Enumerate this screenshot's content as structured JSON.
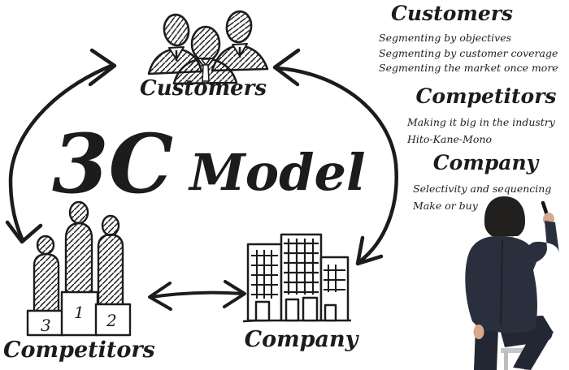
{
  "title": {
    "big": "3C",
    "rest": "Model"
  },
  "diagram": {
    "customers": {
      "label": "Customers"
    },
    "competitors": {
      "label": "Competitors",
      "podium": {
        "first": "1",
        "second": "2",
        "third": "3"
      }
    },
    "company": {
      "label": "Company"
    }
  },
  "notes": {
    "customers": {
      "heading": "Customers",
      "items": [
        "Segmenting by objectives",
        "Segmenting by customer coverage",
        "Segmenting the market once more"
      ]
    },
    "competitors": {
      "heading": "Competitors",
      "items": [
        "Making it big in the industry",
        "Hito-Kane-Mono"
      ]
    },
    "company": {
      "heading": "Company",
      "items": [
        "Selectivity and sequencing",
        "Make or buy"
      ]
    }
  },
  "colors": {
    "ink": "#1c1c1c",
    "background": "#ffffff",
    "suit": "#2a2f3e",
    "trousers": "#232734",
    "hair": "#22201e",
    "skin": "#d8a88d",
    "collar": "#f2f2f2",
    "ladder": "#c6c6c6"
  }
}
